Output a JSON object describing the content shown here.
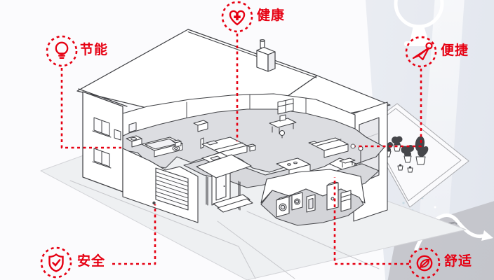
{
  "accent_color": "#e60012",
  "background": {
    "photo_band_color": "#e9ecf2",
    "desk_surface_color": "#c7c8ce"
  },
  "scene_type": "smart-home-isometric-cutaway",
  "callouts": [
    {
      "id": "energy-saving",
      "label": "节能",
      "icon": "lightbulb-icon"
    },
    {
      "id": "health",
      "label": "健康",
      "icon": "heart-plus-icon"
    },
    {
      "id": "convenience",
      "label": "便捷",
      "icon": "paper-plane-icon"
    },
    {
      "id": "safety",
      "label": "安全",
      "icon": "shield-check-icon"
    },
    {
      "id": "comfort",
      "label": "舒适",
      "icon": "leaf-icon"
    }
  ]
}
